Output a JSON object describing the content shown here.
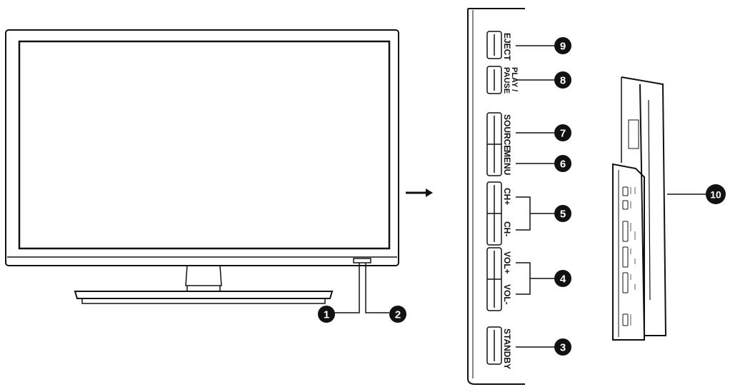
{
  "callouts": {
    "c1": "1",
    "c2": "2",
    "c3": "3",
    "c4": "4",
    "c5": "5",
    "c6": "6",
    "c7": "7",
    "c8": "8",
    "c9": "9",
    "c10": "10"
  },
  "buttons": {
    "eject": "EJECT",
    "play_line1": "PLAY /",
    "play_line2": "PAUSE",
    "source": "SOURCE",
    "menu": "MENU",
    "ch_plus": "CH+",
    "ch_minus": "CH-",
    "vol_plus": "VOL+",
    "vol_minus": "VOL-",
    "standby": "STANDBY"
  },
  "colors": {
    "line": "#111111",
    "callout_fill": "#111111",
    "background": "#ffffff"
  }
}
